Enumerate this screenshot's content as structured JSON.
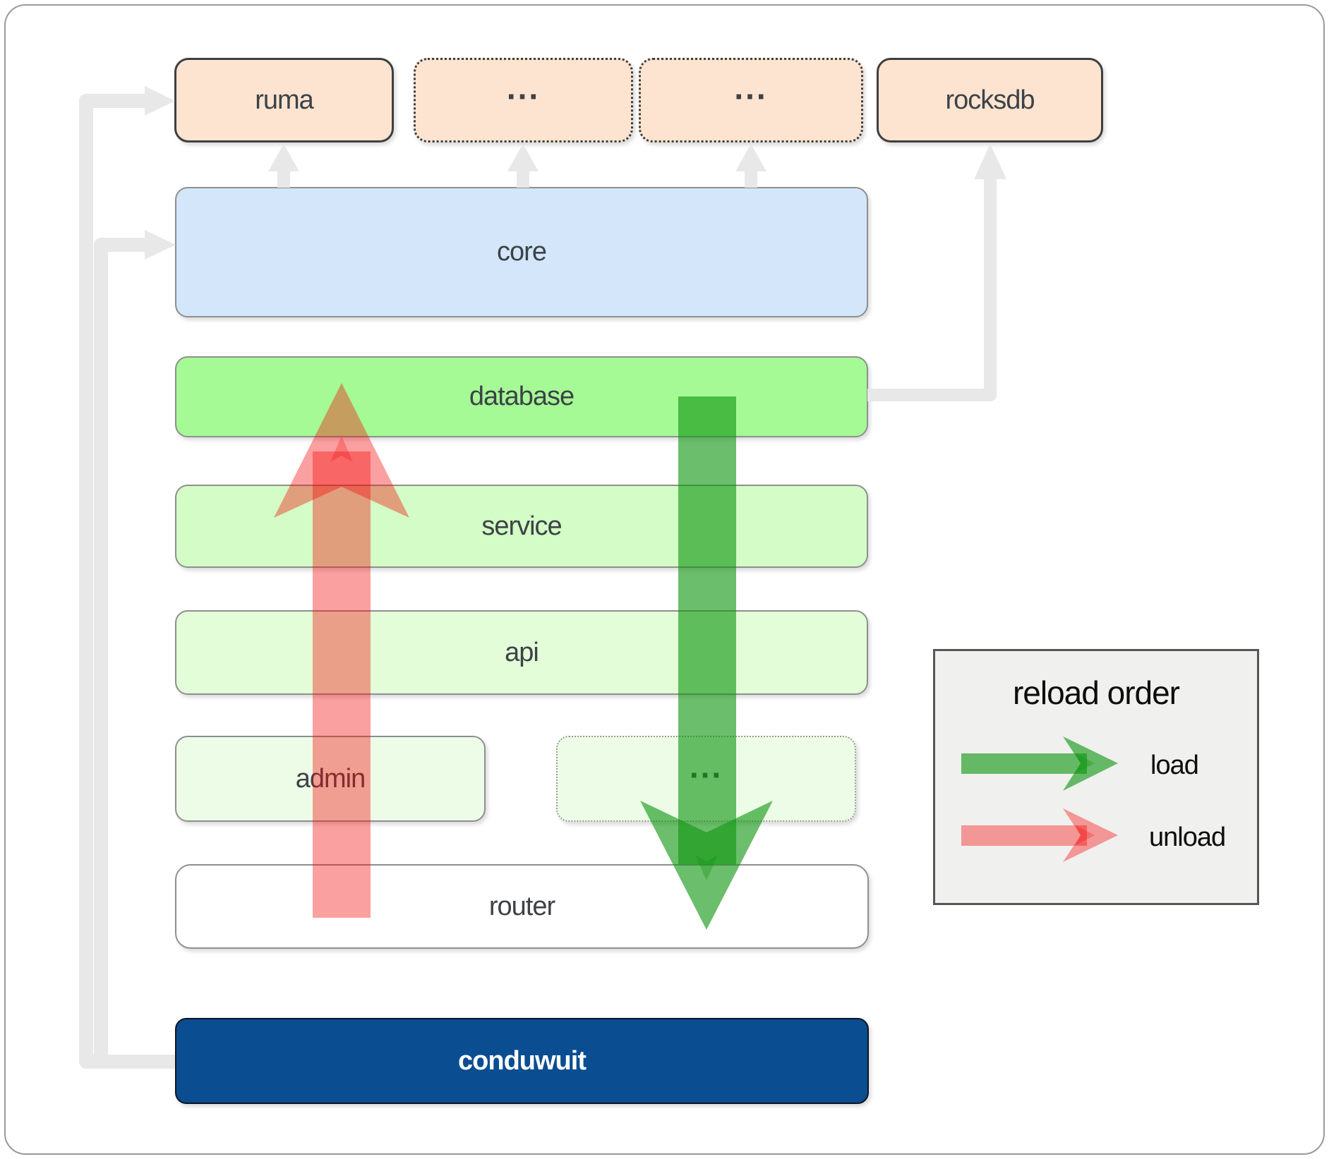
{
  "boxes": [
    {
      "id": "ruma",
      "label": "ruma"
    },
    {
      "id": "dots-top-1",
      "label": "..."
    },
    {
      "id": "dots-top-2",
      "label": "..."
    },
    {
      "id": "rocksdb",
      "label": "rocksdb"
    },
    {
      "id": "core",
      "label": "core"
    },
    {
      "id": "database",
      "label": "database"
    },
    {
      "id": "service",
      "label": "service"
    },
    {
      "id": "api",
      "label": "api"
    },
    {
      "id": "admin",
      "label": "admin"
    },
    {
      "id": "dots-mid",
      "label": "..."
    },
    {
      "id": "router",
      "label": "router"
    },
    {
      "id": "conduwuit",
      "label": "conduwuit"
    }
  ],
  "legend": {
    "title": "reload order",
    "items": [
      {
        "label": "load",
        "color": "#109610",
        "arrow": "green-right"
      },
      {
        "label": "unload",
        "color": "#f50a0a",
        "arrow": "red-right"
      }
    ]
  },
  "arrows": [
    {
      "name": "load",
      "from": "database",
      "to": "router",
      "color": "#109610",
      "direction": "down"
    },
    {
      "name": "unload",
      "from": "router",
      "to": "database",
      "color": "#f50a0a",
      "direction": "up"
    },
    {
      "name": "conduwuit-to-ruma",
      "from": "conduwuit",
      "to": "ruma",
      "color": "#e8e8e8"
    },
    {
      "name": "conduwuit-to-core",
      "from": "conduwuit",
      "to": "core",
      "color": "#e8e8e8"
    },
    {
      "name": "database-to-rocksdb",
      "from": "database",
      "to": "rocksdb",
      "color": "#e8e8e8"
    },
    {
      "name": "core-to-ruma",
      "from": "core",
      "to": "ruma",
      "color": "#e8e8e8"
    },
    {
      "name": "core-to-dots-1",
      "from": "core",
      "to": "dots-top-1",
      "color": "#e8e8e8"
    },
    {
      "name": "core-to-dots-2",
      "from": "core",
      "to": "dots-top-2",
      "color": "#e8e8e8"
    }
  ],
  "colors": {
    "canvas-border": "#9a9a9a",
    "peach-fill": "#fce4d1",
    "dark-border": "#3f3f3f",
    "gray-border": "#8f8f8f",
    "mid-dotted-border": "#9a9a9a",
    "core-fill": "#d3e6fa",
    "database-fill": "#a5fa96",
    "service-fill": "#d3fcc6",
    "api-fill": "#e2fdd8",
    "admin-fill": "#edfce7",
    "router-fill": "#ffffff",
    "conduwuit-fill": "#0b4d91",
    "conduwuit-border": "#0c1524",
    "conduwuit-text": "#ffffff",
    "label-text": "#3d4247",
    "connector-gray": "#e8e8e8",
    "load-green": "#109610",
    "unload-red": "#f50a0a",
    "legend-bg": "#f0f0ef",
    "legend-border": "#565656",
    "legend-text": "#0d0d0d"
  }
}
